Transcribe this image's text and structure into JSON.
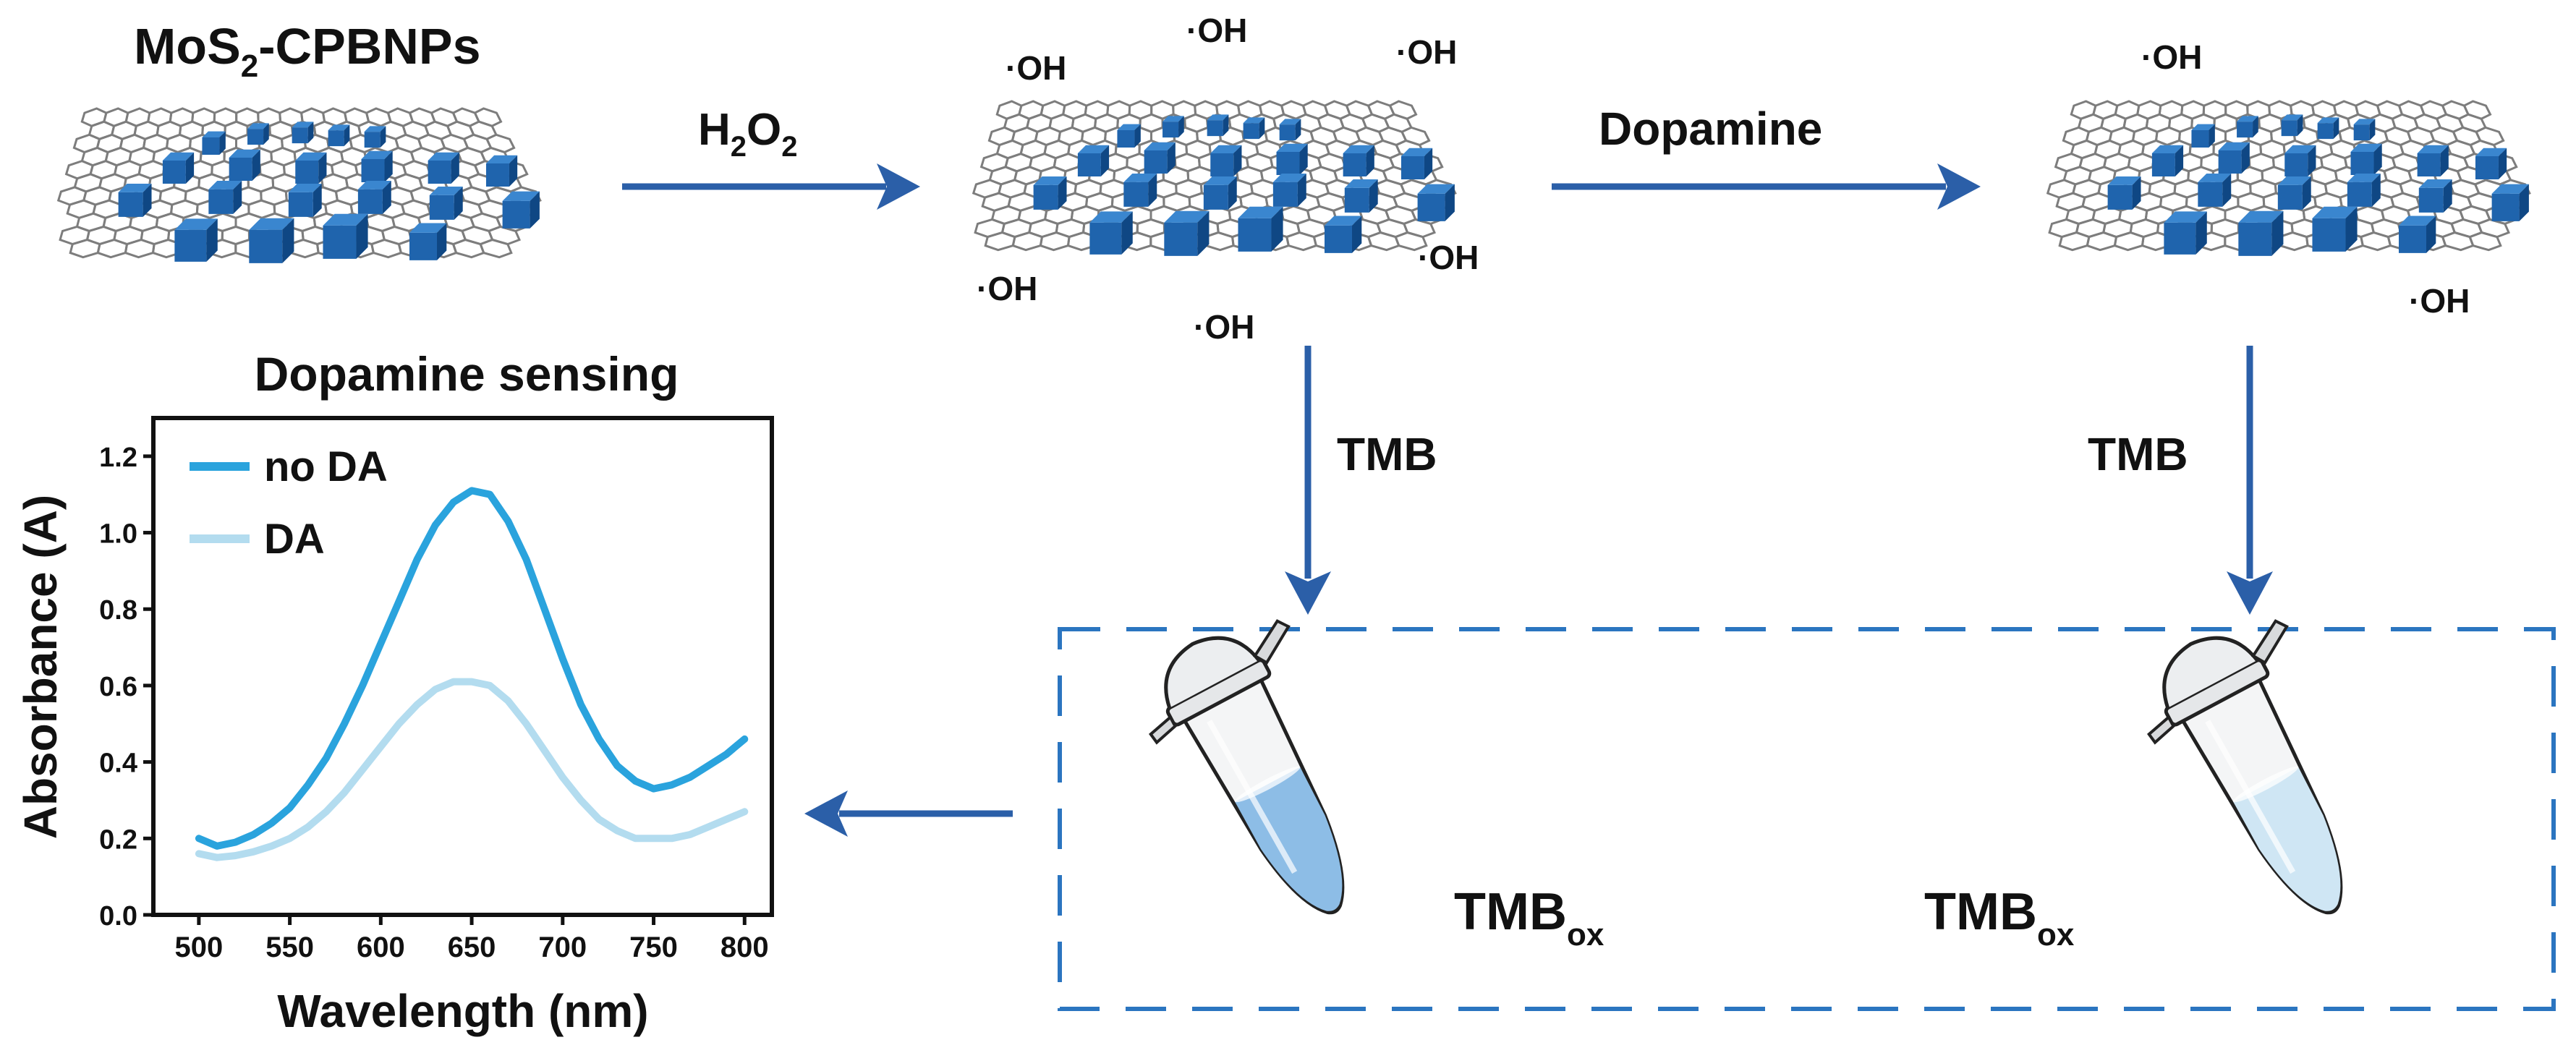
{
  "labels": {
    "catalyst": "MoS",
    "catalyst_sub": "2",
    "catalyst_suffix": "-CPBNPs",
    "h2o2_h": "H",
    "h2o2_sub1": "2",
    "h2o2_o": "O",
    "h2o2_sub2": "2",
    "dopamine": "Dopamine",
    "tmb": "TMB",
    "tmb_ox": "TMB",
    "tmb_ox_sub": "ox",
    "radical": "·OH"
  },
  "colors": {
    "arrow": "#2b5fa8",
    "cube_face": "#1f64ad",
    "cube_top": "#3a86cf",
    "cube_side": "#0f4784",
    "sheet_line": "#7d7d7d",
    "dashed_box": "#2b75c0",
    "liquid_dark": "#8dbde6",
    "liquid_light": "#cfe6f4",
    "series_no_da": "#2aa3dd",
    "series_da": "#b3dcef"
  },
  "icons": {
    "sheet": "graphene-sheet-with-nanocubes-icon",
    "tube": "microcentrifuge-tube-icon"
  },
  "chart_data": {
    "type": "line",
    "title": "Dopamine sensing",
    "xlabel": "Wavelength (nm)",
    "ylabel": "Absorbance (A)",
    "xlim": [
      475,
      815
    ],
    "ylim": [
      0.0,
      1.3
    ],
    "x_ticks": [
      "500",
      "550",
      "600",
      "650",
      "700",
      "750",
      "800"
    ],
    "y_ticks": [
      "0.0",
      "0.2",
      "0.4",
      "0.6",
      "0.8",
      "1.0",
      "1.2"
    ],
    "legend": "top-left",
    "grid": false,
    "series": [
      {
        "name": "no DA",
        "color": "#2aa3dd",
        "x": [
          500,
          510,
          520,
          530,
          540,
          550,
          560,
          570,
          580,
          590,
          600,
          610,
          620,
          630,
          640,
          650,
          660,
          670,
          680,
          690,
          700,
          710,
          720,
          730,
          740,
          750,
          760,
          770,
          780,
          790,
          800
        ],
        "y": [
          0.2,
          0.18,
          0.19,
          0.21,
          0.24,
          0.28,
          0.34,
          0.41,
          0.5,
          0.6,
          0.71,
          0.82,
          0.93,
          1.02,
          1.08,
          1.11,
          1.1,
          1.03,
          0.93,
          0.8,
          0.67,
          0.55,
          0.46,
          0.39,
          0.35,
          0.33,
          0.34,
          0.36,
          0.39,
          0.42,
          0.46
        ]
      },
      {
        "name": "DA",
        "color": "#b3dcef",
        "x": [
          500,
          510,
          520,
          530,
          540,
          550,
          560,
          570,
          580,
          590,
          600,
          610,
          620,
          630,
          640,
          650,
          660,
          670,
          680,
          690,
          700,
          710,
          720,
          730,
          740,
          750,
          760,
          770,
          780,
          790,
          800
        ],
        "y": [
          0.16,
          0.15,
          0.155,
          0.165,
          0.18,
          0.2,
          0.23,
          0.27,
          0.32,
          0.38,
          0.44,
          0.5,
          0.55,
          0.59,
          0.61,
          0.61,
          0.6,
          0.56,
          0.5,
          0.43,
          0.36,
          0.3,
          0.25,
          0.22,
          0.2,
          0.2,
          0.2,
          0.21,
          0.23,
          0.25,
          0.27
        ]
      }
    ]
  }
}
